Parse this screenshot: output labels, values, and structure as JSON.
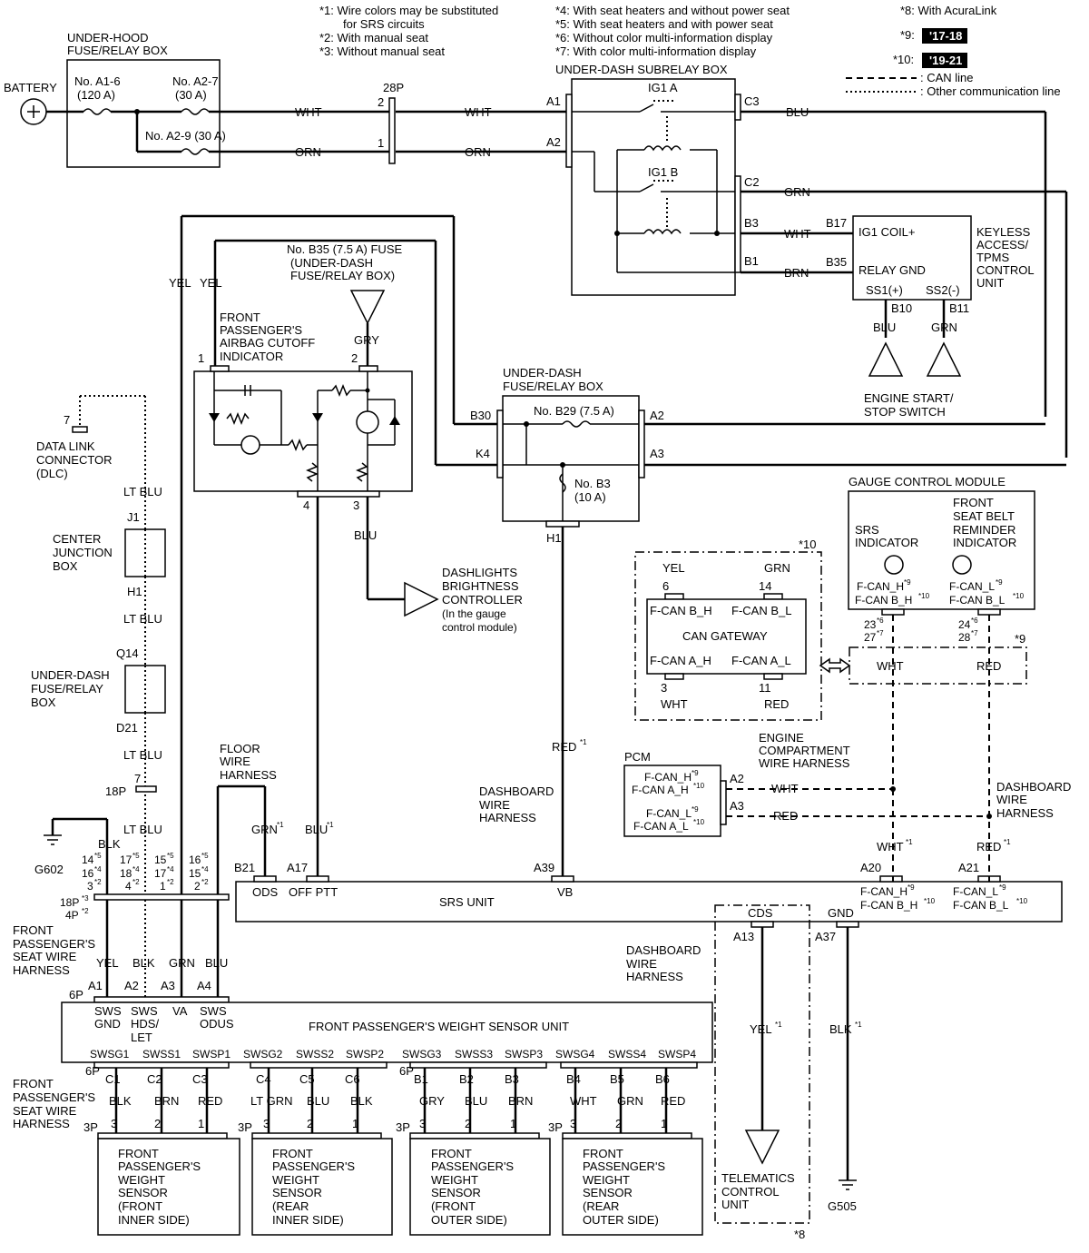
{
  "notes": {
    "n1": "*1:  Wire colors may be substituted",
    "n1b": "for SRS circuits",
    "n2": "*2:  With manual seat",
    "n3": "*3:  Without manual seat",
    "n4": "*4: With seat heaters and without power seat",
    "n5": "*5: With seat heaters and with power seat",
    "n6": "*6: Without color multi-information display",
    "n7": "*7: With color multi-information display",
    "n8": "*8: With AcuraLink",
    "n9_key": "*9:",
    "n9_val": "'17-18",
    "n10_key": "*10:",
    "n10_val": "'19-21",
    "can_line": ": CAN line",
    "other_line": ": Other communication line"
  },
  "battery": "BATTERY",
  "underhood": {
    "title1": "UNDER-HOOD",
    "title2": "FUSE/RELAY BOX",
    "f1a": "No. A1-6",
    "f1b": "(120 A)",
    "f2a": "No. A2-7",
    "f2b": "(30 A)",
    "f3": "No. A2-9 (30 A)"
  },
  "conn28p": {
    "name": "28P",
    "p2": "2",
    "p1": "1"
  },
  "wires": {
    "wht": "WHT",
    "orn": "ORN",
    "blu": "BLU",
    "grn": "GRN",
    "brn": "BRN",
    "yel": "YEL",
    "gry": "GRY",
    "ltblu": "LT BLU",
    "blk": "BLK",
    "red": "RED"
  },
  "subrelay": {
    "title": "UNDER-DASH SUBRELAY BOX",
    "ig1a": "IG1 A",
    "ig1b": "IG1 B",
    "a1": "A1",
    "a2": "A2",
    "c3": "C3",
    "c2": "C2",
    "b3": "B3",
    "b1": "B1"
  },
  "keyless": {
    "t1": "KEYLESS",
    "t2": "ACCESS/",
    "t3": "TPMS",
    "t4": "CONTROL",
    "t5": "UNIT",
    "b17": "B17",
    "b35": "B35",
    "ig1coil": "IG1 COIL+",
    "relaygnd": "RELAY GND",
    "ss1": "SS1(+)",
    "ss2": "SS2(-)",
    "b10": "B10",
    "b11": "B11",
    "ess1": "ENGINE START/",
    "ess2": "STOP SWITCH"
  },
  "b35fuse": {
    "l1": "No. B35 (7.5 A) FUSE",
    "l2": "(UNDER-DASH",
    "l3": "FUSE/RELAY BOX)"
  },
  "airbag": {
    "l1": "FRONT",
    "l2": "PASSENGER'S",
    "l3": "AIRBAG CUTOFF",
    "l4": "INDICATOR",
    "p1": "1",
    "p2": "2",
    "p3": "3",
    "p4": "4"
  },
  "udfrb": {
    "l1": "UNDER-DASH",
    "l2": "FUSE/RELAY BOX",
    "b30": "B30",
    "k4": "K4",
    "a2": "A2",
    "a3": "A3",
    "h1": "H1",
    "b29": "No. B29 (7.5 A)",
    "b3a": "No. B3",
    "b3b": "(10 A)"
  },
  "dimmer": {
    "l1": "DASHLIGHTS",
    "l2": "BRIGHTNESS",
    "l3": "CONTROLLER",
    "l4": "(In the gauge",
    "l5": "control module)"
  },
  "dlc": {
    "pin": "7",
    "l1": "DATA LINK",
    "l2": "CONNECTOR",
    "l3": "(DLC)"
  },
  "cjb": {
    "l1": "CENTER",
    "l2": "JUNCTION",
    "l3": "BOX",
    "j1": "J1",
    "h1": "H1"
  },
  "udfrb2": {
    "l1": "UNDER-DASH",
    "l2": "FUSE/RELAY",
    "l3": "BOX",
    "q14": "Q14",
    "d21": "D21"
  },
  "c18p": {
    "pin": "7",
    "name": "18P"
  },
  "g602": "G602",
  "floor": {
    "l1": "FLOOR",
    "l2": "WIRE",
    "l3": "HARNESS"
  },
  "gcm": {
    "title": "GAUGE CONTROL MODULE",
    "srs1": "SRS",
    "srs2": "INDICATOR",
    "fsb1": "FRONT",
    "fsb2": "SEAT BELT",
    "fsb3": "REMINDER",
    "fsb4": "INDICATOR",
    "fcanh": "F-CAN_H",
    "fcanbh": "F-CAN B_H",
    "fcanl": "F-CAN_L",
    "fcanbl": "F-CAN B_L",
    "p23": "23",
    "p27": "27",
    "p24": "24",
    "p28": "28"
  },
  "gateway": {
    "tag": "*10",
    "p6": "6",
    "p14": "14",
    "p3": "3",
    "p11": "11",
    "bh": "F-CAN B_H",
    "bl": "F-CAN B_L",
    "name": "CAN GATEWAY",
    "ah": "F-CAN A_H",
    "al": "F-CAN A_L"
  },
  "pcm": {
    "name": "PCM",
    "h": "F-CAN_H",
    "ah": "F-CAN A_H",
    "l": "F-CAN_L",
    "al": "F-CAN A_L",
    "a2": "A2",
    "a3": "A3"
  },
  "ecwh": {
    "l1": "ENGINE",
    "l2": "COMPARTMENT",
    "l3": "WIRE HARNESS"
  },
  "dwh": {
    "l1": "DASHBOARD",
    "l2": "WIRE",
    "l3": "HARNESS"
  },
  "srs": {
    "name": "SRS UNIT",
    "b21": "B21",
    "a17": "A17",
    "a39": "A39",
    "a20": "A20",
    "a21": "A21",
    "a13": "A13",
    "a37": "A37",
    "ods": "ODS",
    "offptt": "OFF PTT",
    "vb": "VB",
    "cds": "CDS",
    "gnd": "GND"
  },
  "seatconn": {
    "c1": "18P",
    "c2": "4P",
    "row1": [
      "14",
      "17",
      "15",
      "16"
    ],
    "row2": [
      "16",
      "18",
      "17",
      "15"
    ],
    "row3": [
      "3",
      "4",
      "1",
      "2"
    ]
  },
  "fpsh": {
    "l1": "FRONT",
    "l2": "PASSENGER'S",
    "l3": "SEAT WIRE",
    "l4": "HARNESS"
  },
  "wsu": {
    "name": "FRONT PASSENGER'S WEIGHT SENSOR UNIT",
    "conn": "6P",
    "pins": [
      "A1",
      "A2",
      "A3",
      "A4"
    ],
    "colors": [
      "YEL",
      "BLK",
      "GRN",
      "BLU"
    ],
    "t1": [
      "SWS",
      "SWS",
      "VA",
      "SWS"
    ],
    "t2": [
      "GND",
      "HDS/",
      "",
      "ODUS"
    ],
    "t3": [
      "",
      "LET",
      "",
      ""
    ],
    "bottom": [
      "SWSG1",
      "SWSS1",
      "SWSP1",
      "SWSG2",
      "SWSS2",
      "SWSP2",
      "SWSG3",
      "SWSS3",
      "SWSP3",
      "SWSG4",
      "SWSS4",
      "SWSP4"
    ],
    "cpins": [
      "C1",
      "C2",
      "C3",
      "C4",
      "C5",
      "C6",
      "B1",
      "B2",
      "B3",
      "B4",
      "B5",
      "B6"
    ],
    "ccolors": [
      "BLK",
      "BRN",
      "RED",
      "LT GRN",
      "BLU",
      "BLK",
      "GRY",
      "BLU",
      "BRN",
      "WHT",
      "GRN",
      "RED"
    ]
  },
  "sensors": [
    {
      "l1": "FRONT",
      "l2": "PASSENGER'S",
      "l3": "WEIGHT",
      "l4": "SENSOR",
      "l5": "(FRONT",
      "l6": "INNER SIDE)"
    },
    {
      "l1": "FRONT",
      "l2": "PASSENGER'S",
      "l3": "WEIGHT",
      "l4": "SENSOR",
      "l5": "(REAR",
      "l6": "INNER SIDE)"
    },
    {
      "l1": "FRONT",
      "l2": "PASSENGER'S",
      "l3": "WEIGHT",
      "l4": "SENSOR",
      "l5": "(FRONT",
      "l6": "OUTER SIDE)"
    },
    {
      "l1": "FRONT",
      "l2": "PASSENGER'S",
      "l3": "WEIGHT",
      "l4": "SENSOR",
      "l5": "(REAR",
      "l6": "OUTER SIDE)"
    }
  ],
  "telematics": {
    "l1": "TELEMATICS",
    "l2": "CONTROL",
    "l3": "UNIT",
    "tag": "*8"
  },
  "g505": "G505",
  "starred": {
    "red1": "RED",
    "grn1": "GRN",
    "blu1": "BLU",
    "wht1": "WHT",
    "red2": "RED",
    "yel1": "YEL",
    "blk1": "BLK"
  },
  "tag9": "*9",
  "p6": "6P",
  "p3": "3P",
  "pin": {
    "one": "1",
    "two": "2",
    "three": "3"
  },
  "sup": {
    "s1": "*1",
    "s2": "*2",
    "s3": "*3",
    "s4": "*4",
    "s5": "*5",
    "s6": "*6",
    "s7": "*7",
    "s9": "*9",
    "s10": "*10"
  }
}
